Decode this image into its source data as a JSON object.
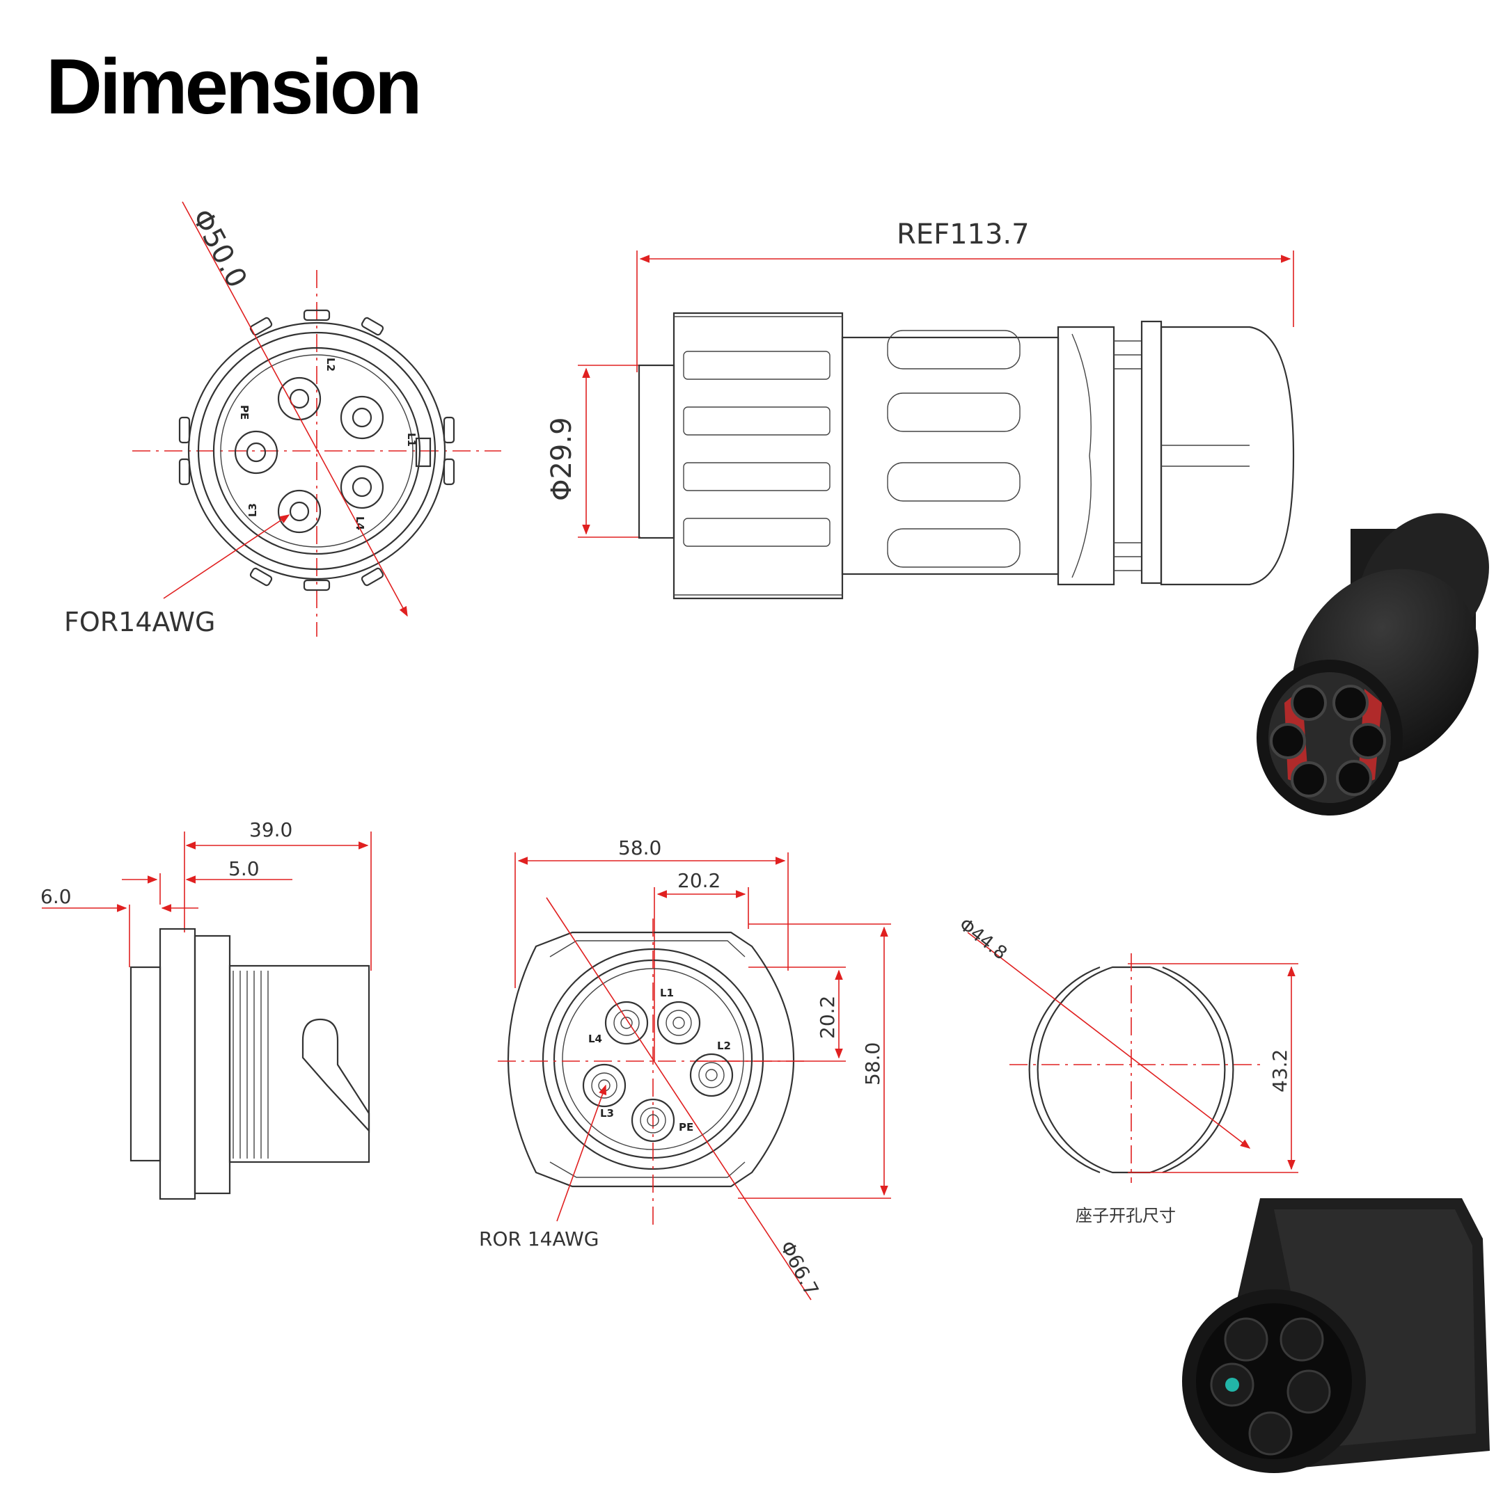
{
  "title": "Dimension",
  "plug_front_view": {
    "diameter": "Φ50.0",
    "wire_note": "FOR14AWG",
    "pins": [
      "L2",
      "L1",
      "PE",
      "L4",
      "L3"
    ]
  },
  "plug_side_view": {
    "length": "REF113.7",
    "diameter": "Φ29.9"
  },
  "socket_side_view": {
    "total_depth": "39.0",
    "flange_gap": "5.0",
    "flange_thickness": "6.0"
  },
  "socket_front_view": {
    "width": "58.0",
    "pin_spacing_h": "20.2",
    "pin_spacing_v": "20.2",
    "height": "58.0",
    "diameter": "Φ66.7",
    "wire_note": "ROR 14AWG",
    "pins": [
      "L1",
      "L4",
      "L2",
      "L3",
      "PE"
    ]
  },
  "panel_cutout": {
    "diameter": "Φ44.8",
    "flat_width": "43.2",
    "caption": "座子开孔尺寸"
  },
  "colors": {
    "dimension_line": "#e02020",
    "outline": "#333333",
    "product": "#1a1a1a",
    "pin_accent": "#22b5a8"
  }
}
